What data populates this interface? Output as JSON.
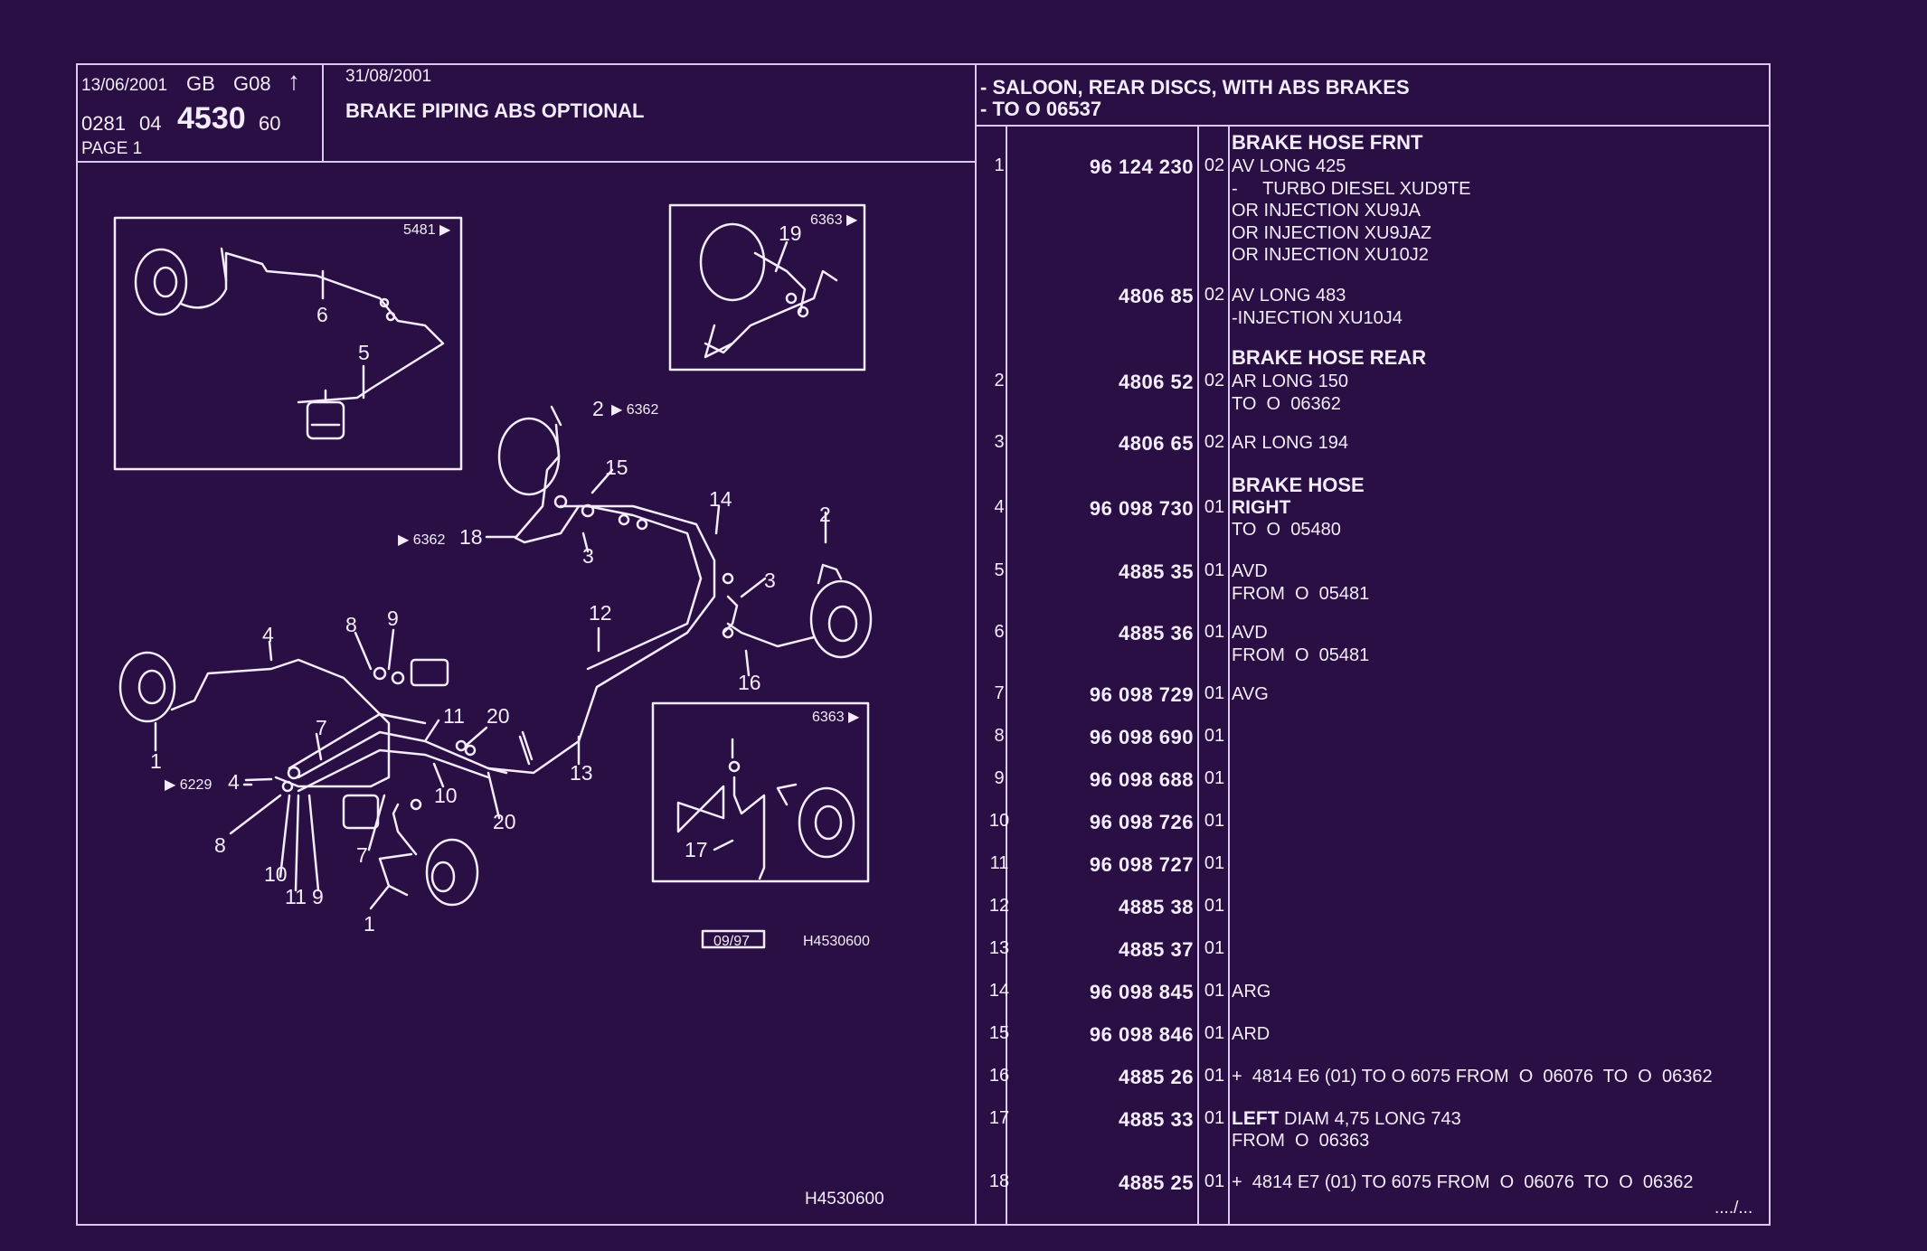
{
  "header": {
    "date1": "13/06/2001",
    "lang": "GB",
    "code": "G08",
    "arrow": "↑",
    "ref_a": "0281",
    "ref_b": "04",
    "plate": "4530",
    "ref_c": "60",
    "page": "PAGE  1",
    "date2": "31/08/2001",
    "title": "BRAKE PIPING ABS OPTIONAL",
    "applic1": "- SALOON, REAR DISCS, WITH ABS BRAKES",
    "applic2": "- TO  O   06537"
  },
  "diagram": {
    "callouts": [
      "1",
      "2",
      "3",
      "4",
      "5",
      "6",
      "7",
      "8",
      "9",
      "10",
      "11",
      "12",
      "13",
      "14",
      "15",
      "16",
      "17",
      "18",
      "19",
      "20"
    ],
    "refs": [
      "5481 ▶",
      "6363 ▶",
      "▶ 6362",
      "▶ 6229",
      "▶ 6362"
    ],
    "stamp": "09/97",
    "drawing_no": "H4530600",
    "drawing_no_bottom": "H4530600"
  },
  "parts": [
    {
      "no": "1",
      "pn": "96 124 230",
      "qty": "02",
      "heading": "BRAKE HOSE FRNT",
      "desc": "AV LONG 425\n-     TURBO DIESEL XUD9TE\nOR INJECTION XU9JA\nOR INJECTION XU9JAZ\nOR INJECTION XU10J2"
    },
    {
      "no": "",
      "pn": "4806 85",
      "qty": "02",
      "heading": "",
      "desc": "AV LONG 483\n-INJECTION XU10J4"
    },
    {
      "no": "2",
      "pn": "4806 52",
      "qty": "02",
      "heading": "BRAKE HOSE REAR",
      "desc": "AR LONG 150\nTO  O  06362"
    },
    {
      "no": "3",
      "pn": "4806 65",
      "qty": "02",
      "heading": "",
      "desc": "AR LONG 194"
    },
    {
      "no": "4",
      "pn": "96 098 730",
      "qty": "01",
      "heading": "BRAKE HOSE",
      "desc_bold": "RIGHT",
      "desc": "TO  O  05480"
    },
    {
      "no": "5",
      "pn": "4885 35",
      "qty": "01",
      "heading": "",
      "desc": "AVD\nFROM  O  05481"
    },
    {
      "no": "6",
      "pn": "4885 36",
      "qty": "01",
      "heading": "",
      "desc": "AVD\nFROM  O  05481"
    },
    {
      "no": "7",
      "pn": "96 098 729",
      "qty": "01",
      "heading": "",
      "desc": "AVG"
    },
    {
      "no": "8",
      "pn": "96 098 690",
      "qty": "01",
      "heading": "",
      "desc": ""
    },
    {
      "no": "9",
      "pn": "96 098 688",
      "qty": "01",
      "heading": "",
      "desc": ""
    },
    {
      "no": "10",
      "pn": "96 098 726",
      "qty": "01",
      "heading": "",
      "desc": ""
    },
    {
      "no": "11",
      "pn": "96 098 727",
      "qty": "01",
      "heading": "",
      "desc": ""
    },
    {
      "no": "12",
      "pn": "4885 38",
      "qty": "01",
      "heading": "",
      "desc": ""
    },
    {
      "no": "13",
      "pn": "4885 37",
      "qty": "01",
      "heading": "",
      "desc": ""
    },
    {
      "no": "14",
      "pn": "96 098 845",
      "qty": "01",
      "heading": "",
      "desc": "ARG"
    },
    {
      "no": "15",
      "pn": "96 098 846",
      "qty": "01",
      "heading": "",
      "desc": "ARD"
    },
    {
      "no": "16",
      "pn": "4885 26",
      "qty": "01",
      "heading": "",
      "desc": "+  4814 E6 (01) TO O 6075 FROM  O  06076  TO  O  06362"
    },
    {
      "no": "17",
      "pn": "4885 33",
      "qty": "01",
      "heading": "",
      "desc_bold": "LEFT",
      "desc_after": " DIAM 4,75 LONG 743",
      "desc": "FROM  O  06363"
    },
    {
      "no": "18",
      "pn": "4885 25",
      "qty": "01",
      "heading": "",
      "desc": "+  4814 E7 (01) TO 6075 FROM  O  06076  TO  O  06362"
    }
  ],
  "continuation": "..../...",
  "colors": {
    "background": "#2a0f45",
    "line": "#d9c8f0",
    "text": "#f4ecff"
  }
}
